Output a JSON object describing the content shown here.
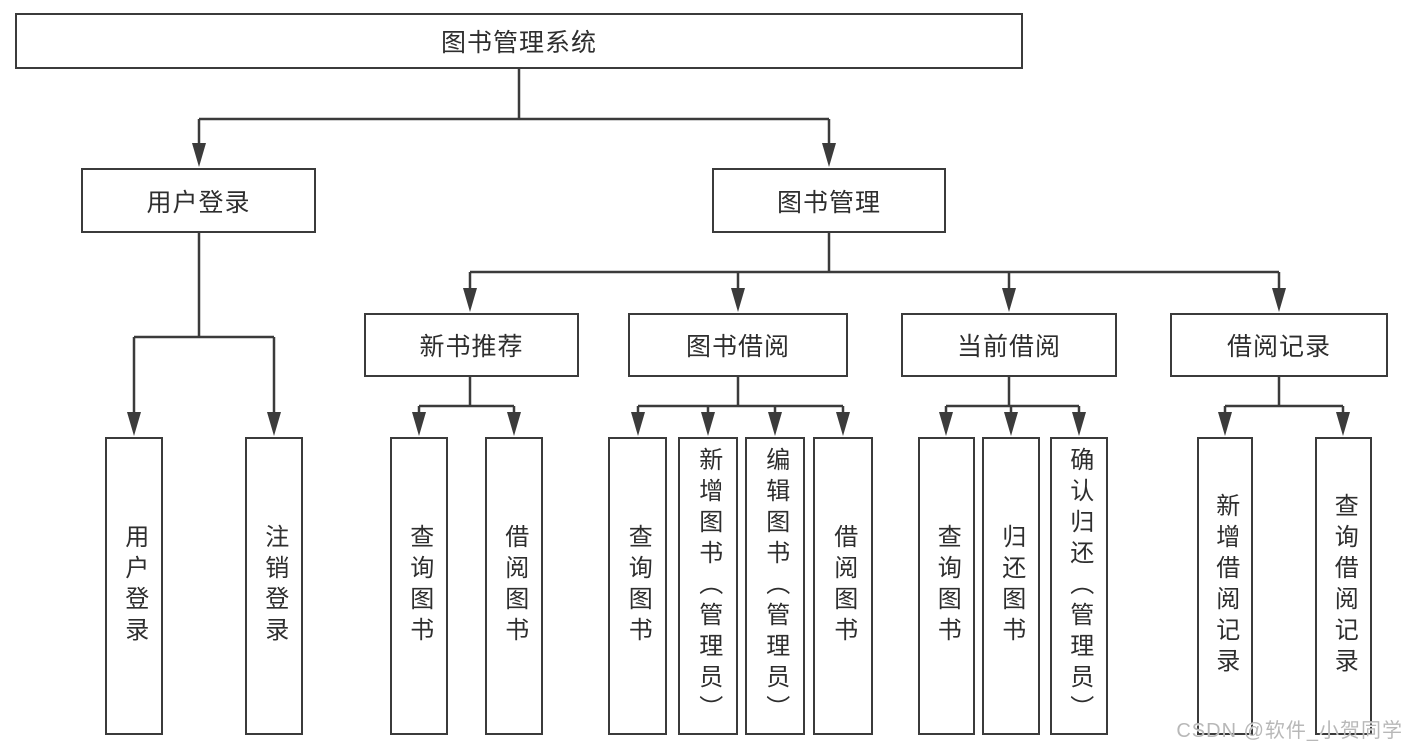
{
  "diagram": {
    "root": {
      "label": "图书管理系统"
    },
    "branches": [
      {
        "label": "用户登录",
        "children": [
          {
            "label": "用户登录"
          },
          {
            "label": "注销登录"
          }
        ]
      },
      {
        "label": "图书管理",
        "sections": [
          {
            "label": "新书推荐",
            "children": [
              {
                "label": "查询图书"
              },
              {
                "label": "借阅图书"
              }
            ]
          },
          {
            "label": "图书借阅",
            "children": [
              {
                "label": "查询图书"
              },
              {
                "label": "新增图书（管理员）"
              },
              {
                "label": "编辑图书（管理员）"
              },
              {
                "label": "借阅图书"
              }
            ]
          },
          {
            "label": "当前借阅",
            "children": [
              {
                "label": "查询图书"
              },
              {
                "label": "归还图书"
              },
              {
                "label": "确认归还（管理员）"
              }
            ]
          },
          {
            "label": "借阅记录",
            "children": [
              {
                "label": "新增借阅记录"
              },
              {
                "label": "查询借阅记录"
              }
            ]
          }
        ]
      }
    ],
    "watermark": "CSDN @软件_小贺同学",
    "colors": {
      "line": "#3b3b3b",
      "text": "#2e2e2e",
      "watermark": "#b8b8b8",
      "background": "#ffffff"
    }
  }
}
